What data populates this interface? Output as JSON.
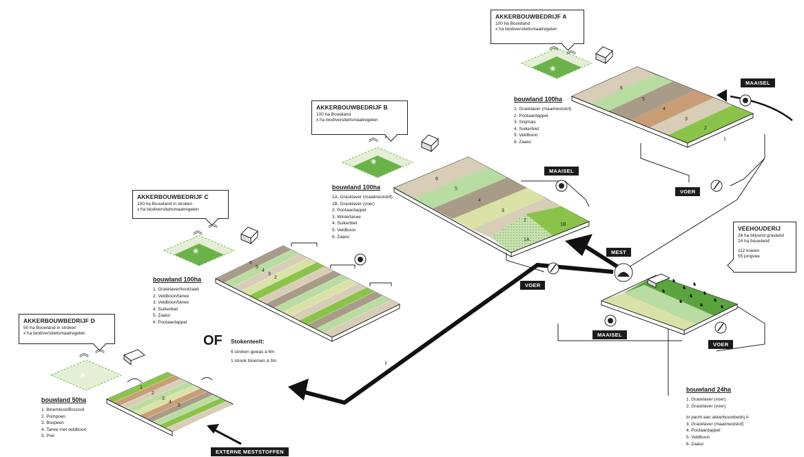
{
  "farms": {
    "a": {
      "title": "AKKERBOUWBEDRIJF A",
      "lines": [
        "100 ha Bouwland",
        "x ha biodiversiteitsmaatregelen"
      ],
      "heading": "bouwland 100ha",
      "crops": [
        "1. Grasklaver (maaimeststof)",
        "2. Pootaardappel",
        "3. Snijmais",
        "4. Suikerbiet",
        "5. Veldboon",
        "6. Zaaiui"
      ],
      "plot_numbers": [
        "6",
        "5",
        "4",
        "3",
        "2",
        "1"
      ]
    },
    "b": {
      "title": "AKKERBOUWBEDRIJF B",
      "lines": [
        "100 ha Bouwland",
        "x ha biodiversiteitsmaatregelen"
      ],
      "heading": "bouwland 100ha",
      "crops": [
        "1A. Grasklaver (maaimeststof)",
        "1B. Grasklaver (voer)",
        "2. Pootaardappel",
        "3. Wintertarwe",
        "4. Suikerbiet",
        "5. Veldboon",
        "6. Zaaiui"
      ],
      "plot_numbers": [
        "6",
        "5",
        "4",
        "3",
        "2",
        "1B",
        "1A"
      ]
    },
    "c": {
      "title": "AKKERBOUWBEDRIJF C",
      "lines": [
        "100 ha Bouwland in stroken",
        "x ha biodiversiteitsmaatregelen"
      ],
      "heading": "bouwland 100ha",
      "crops": [
        "1. Grasklaver/koolzaad",
        "2. Veldboon/tarwe",
        "3. Veldboon/tarwe",
        "4. Suikerbiet",
        "5. Zaaiui",
        "6. Pootaardappel"
      ],
      "plot_numbers": [
        "6",
        "5",
        "4",
        "3",
        "2"
      ]
    },
    "d": {
      "title": "AKKERBOUWBEDRIJF D",
      "lines": [
        "50 ha Bouwland in stroken",
        "x ha biodiversiteitsmaatregelen"
      ],
      "heading": "bouwland 50ha",
      "crops": [
        "1. Bloemkool/Broccoli",
        "2. Pompoen",
        "3. Bospeen",
        "4. Tarwe met veldboon",
        "5. Prei"
      ],
      "plot_numbers": [
        "1",
        "2",
        "3",
        "4",
        "5"
      ]
    }
  },
  "veehouderij": {
    "title": "VEEHOUDERIJ",
    "lines": [
      "26 ha blijvend grasland",
      "24 ha bouwland",
      "",
      "112 koeien",
      "55 jongvee"
    ],
    "heading": "bouwland 24ha",
    "crops_own": [
      "1. Grasklaver (voer)",
      "2. Grasklaver (voer)"
    ],
    "pacht_heading": "In pacht aan akkerbouwbedrij A",
    "crops_pacht": [
      "3. Grasklaver (maaimeststof)",
      "4. Pootaardappel",
      "5. Veldboon",
      "6. Zaaiui"
    ]
  },
  "tags": {
    "maaisel_a": "MAAISEL",
    "maaisel_b": "MAAISEL",
    "maaisel_v": "MAAISEL",
    "voer_a": "VOER",
    "voer_b": "VOER",
    "voer_v": "VOER",
    "mest": "MEST",
    "externe": "EXTERNE MESTSTOFFEN"
  },
  "of_label": "OF",
  "stokenteelt": {
    "heading": "Stokenteelt:",
    "line1": "6 stroken gewas à 6m",
    "line2": "1 strook bloemen à 3m"
  },
  "colors": {
    "grasklaver": "#b9dca2",
    "green": "#8bc34a",
    "tan": "#d8cdb6",
    "brown": "#a89c88",
    "straw": "#dbe2a8",
    "orange": "#c99e76",
    "pasture": "#5aa33e",
    "dark": "#1b1b1b"
  },
  "icons": [
    "butterfly-icon",
    "bird-icon",
    "barn-icon",
    "leaf-icon",
    "wheat-icon",
    "cow-icon",
    "rotate-arrow-icon",
    "manure-icon"
  ]
}
